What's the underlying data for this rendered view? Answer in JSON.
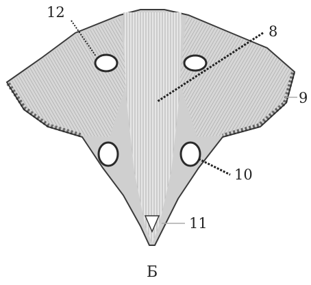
{
  "figure": {
    "panel_label": "Б",
    "callouts": [
      "12",
      "8",
      "9",
      "10",
      "11"
    ]
  }
}
